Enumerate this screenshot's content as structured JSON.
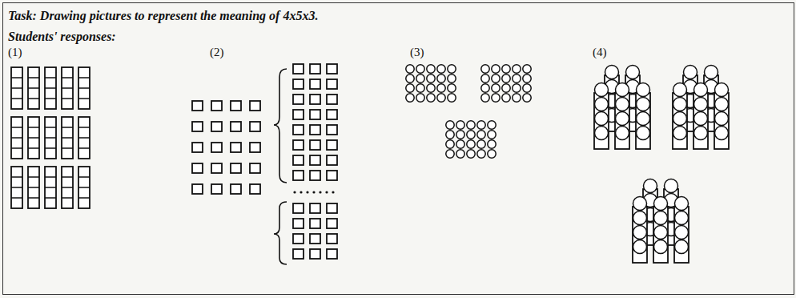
{
  "diagram": {
    "nodes": [
      {
        "text": [
          "Task: Drawing pictures to represent the meaning of 4x5x3.",
          "Students' responses:"
        ]
      }
    ],
    "labels": [
      "(1)",
      "(2)",
      "(3)",
      "(4)"
    ]
  }
}
